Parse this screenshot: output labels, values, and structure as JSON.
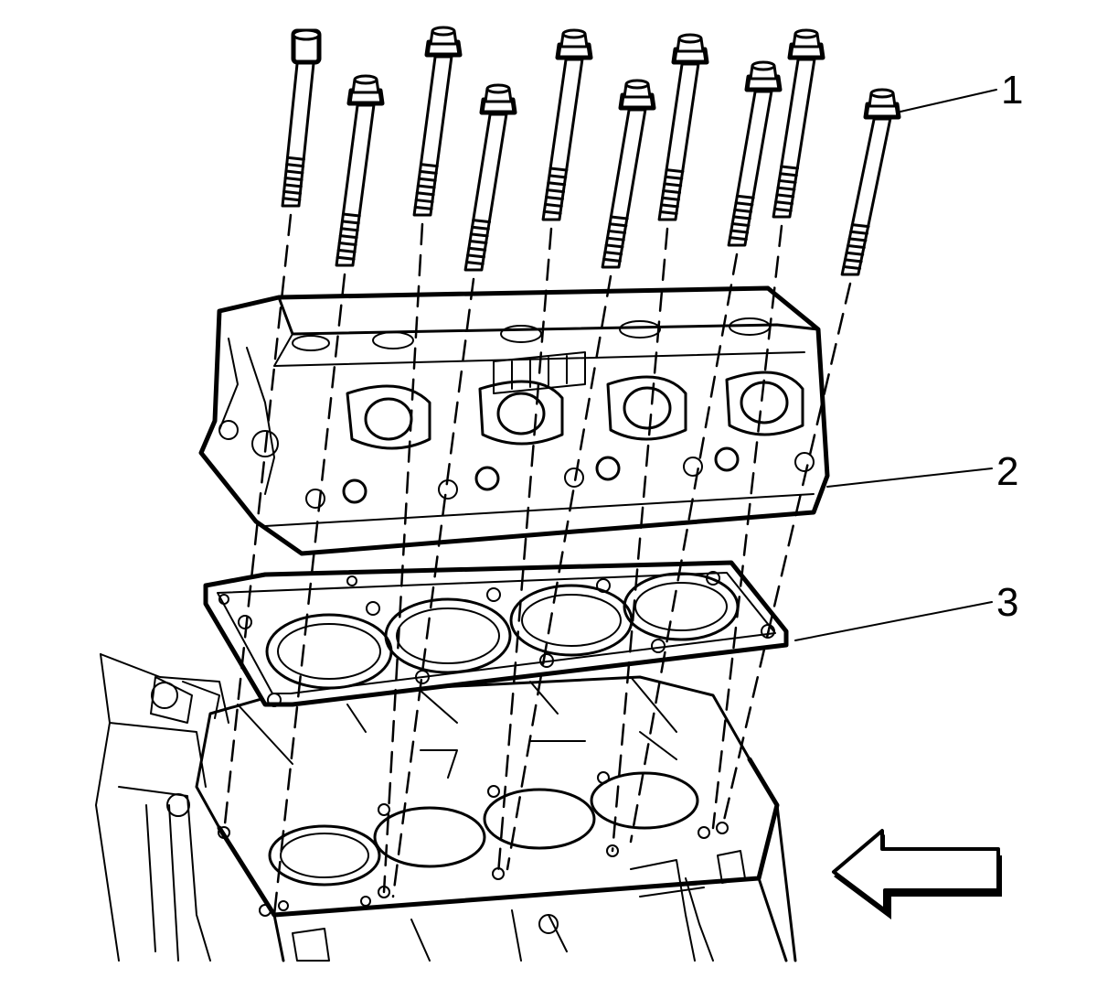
{
  "callouts": [
    {
      "number": "1",
      "part": "bolt"
    },
    {
      "number": "2",
      "part": "cylinder-head"
    },
    {
      "number": "3",
      "part": "head-gasket"
    }
  ],
  "direction_arrow": {
    "points": "left"
  },
  "bolts": [
    {
      "id": 1
    },
    {
      "id": 2
    },
    {
      "id": 3
    },
    {
      "id": 4
    },
    {
      "id": 5
    },
    {
      "id": 6
    },
    {
      "id": 7
    },
    {
      "id": 8
    },
    {
      "id": 9
    },
    {
      "id": 10
    }
  ]
}
